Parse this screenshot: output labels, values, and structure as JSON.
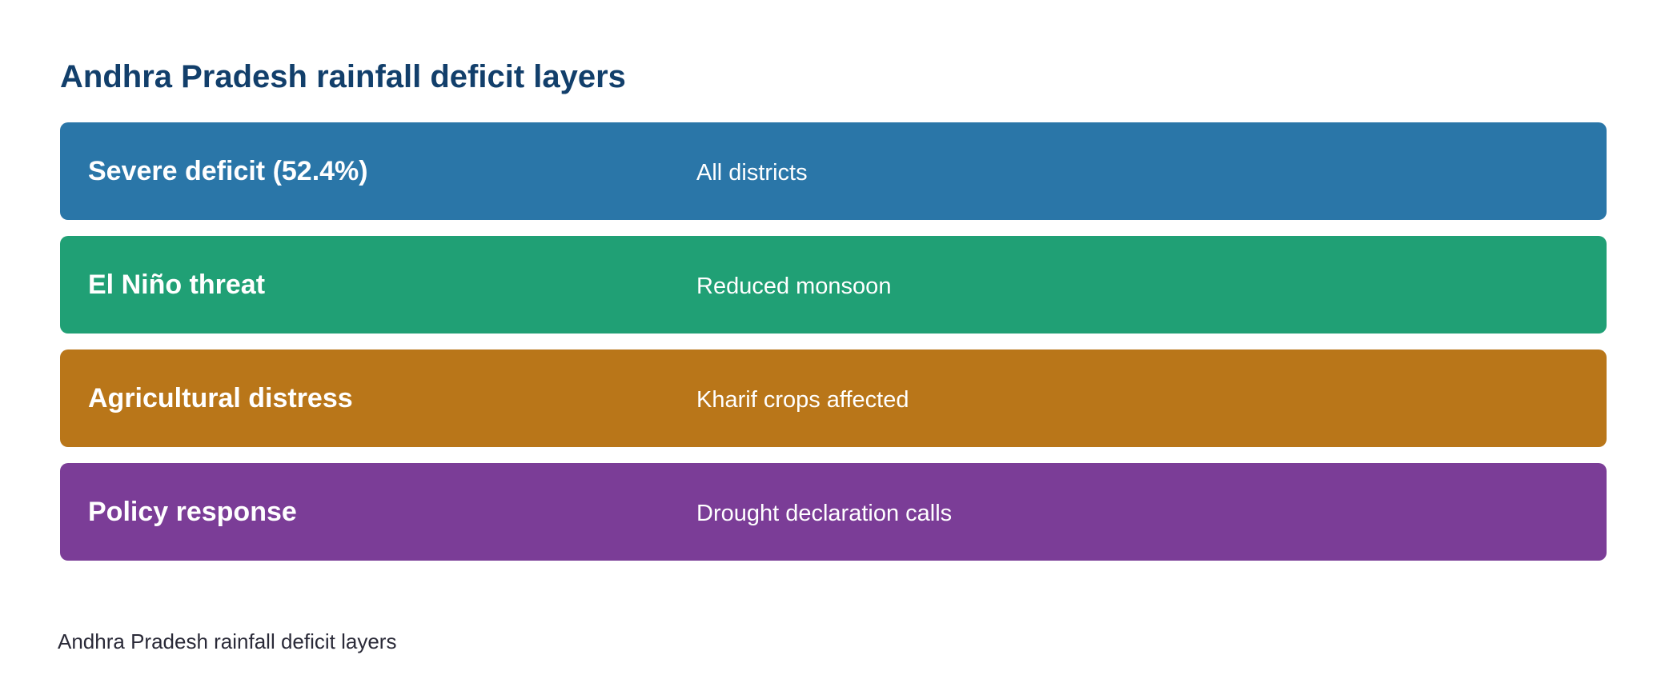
{
  "title": "Andhra Pradesh rainfall deficit layers",
  "layers": [
    {
      "name": "Severe deficit (52.4%)",
      "description": "All districts",
      "color": "#2a76a8"
    },
    {
      "name": "El Niño threat",
      "description": "Reduced monsoon",
      "color": "#20a075"
    },
    {
      "name": "Agricultural distress",
      "description": "Kharif crops affected",
      "color": "#b97619"
    },
    {
      "name": "Policy response",
      "description": "Drought declaration calls",
      "color": "#7b3d97"
    }
  ],
  "caption": "Andhra Pradesh rainfall deficit layers"
}
